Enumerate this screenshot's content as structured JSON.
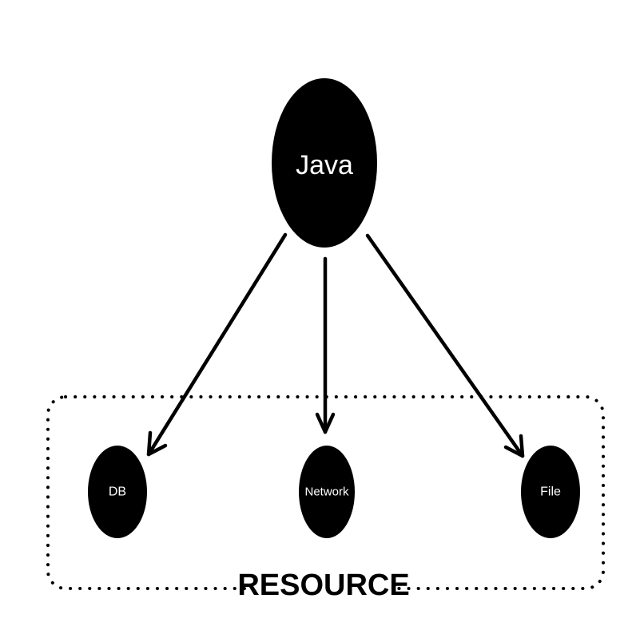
{
  "nodes": {
    "java": {
      "label": "Java"
    },
    "db": {
      "label": "DB"
    },
    "network": {
      "label": "Network"
    },
    "file": {
      "label": "File"
    }
  },
  "group": {
    "label": "RESOURCE"
  },
  "edges": [
    {
      "from": "java",
      "to": "db"
    },
    {
      "from": "java",
      "to": "network"
    },
    {
      "from": "java",
      "to": "file"
    }
  ],
  "colors": {
    "node_fill": "#000000",
    "node_text": "#ffffff",
    "edge": "#000000",
    "background": "#ffffff"
  }
}
